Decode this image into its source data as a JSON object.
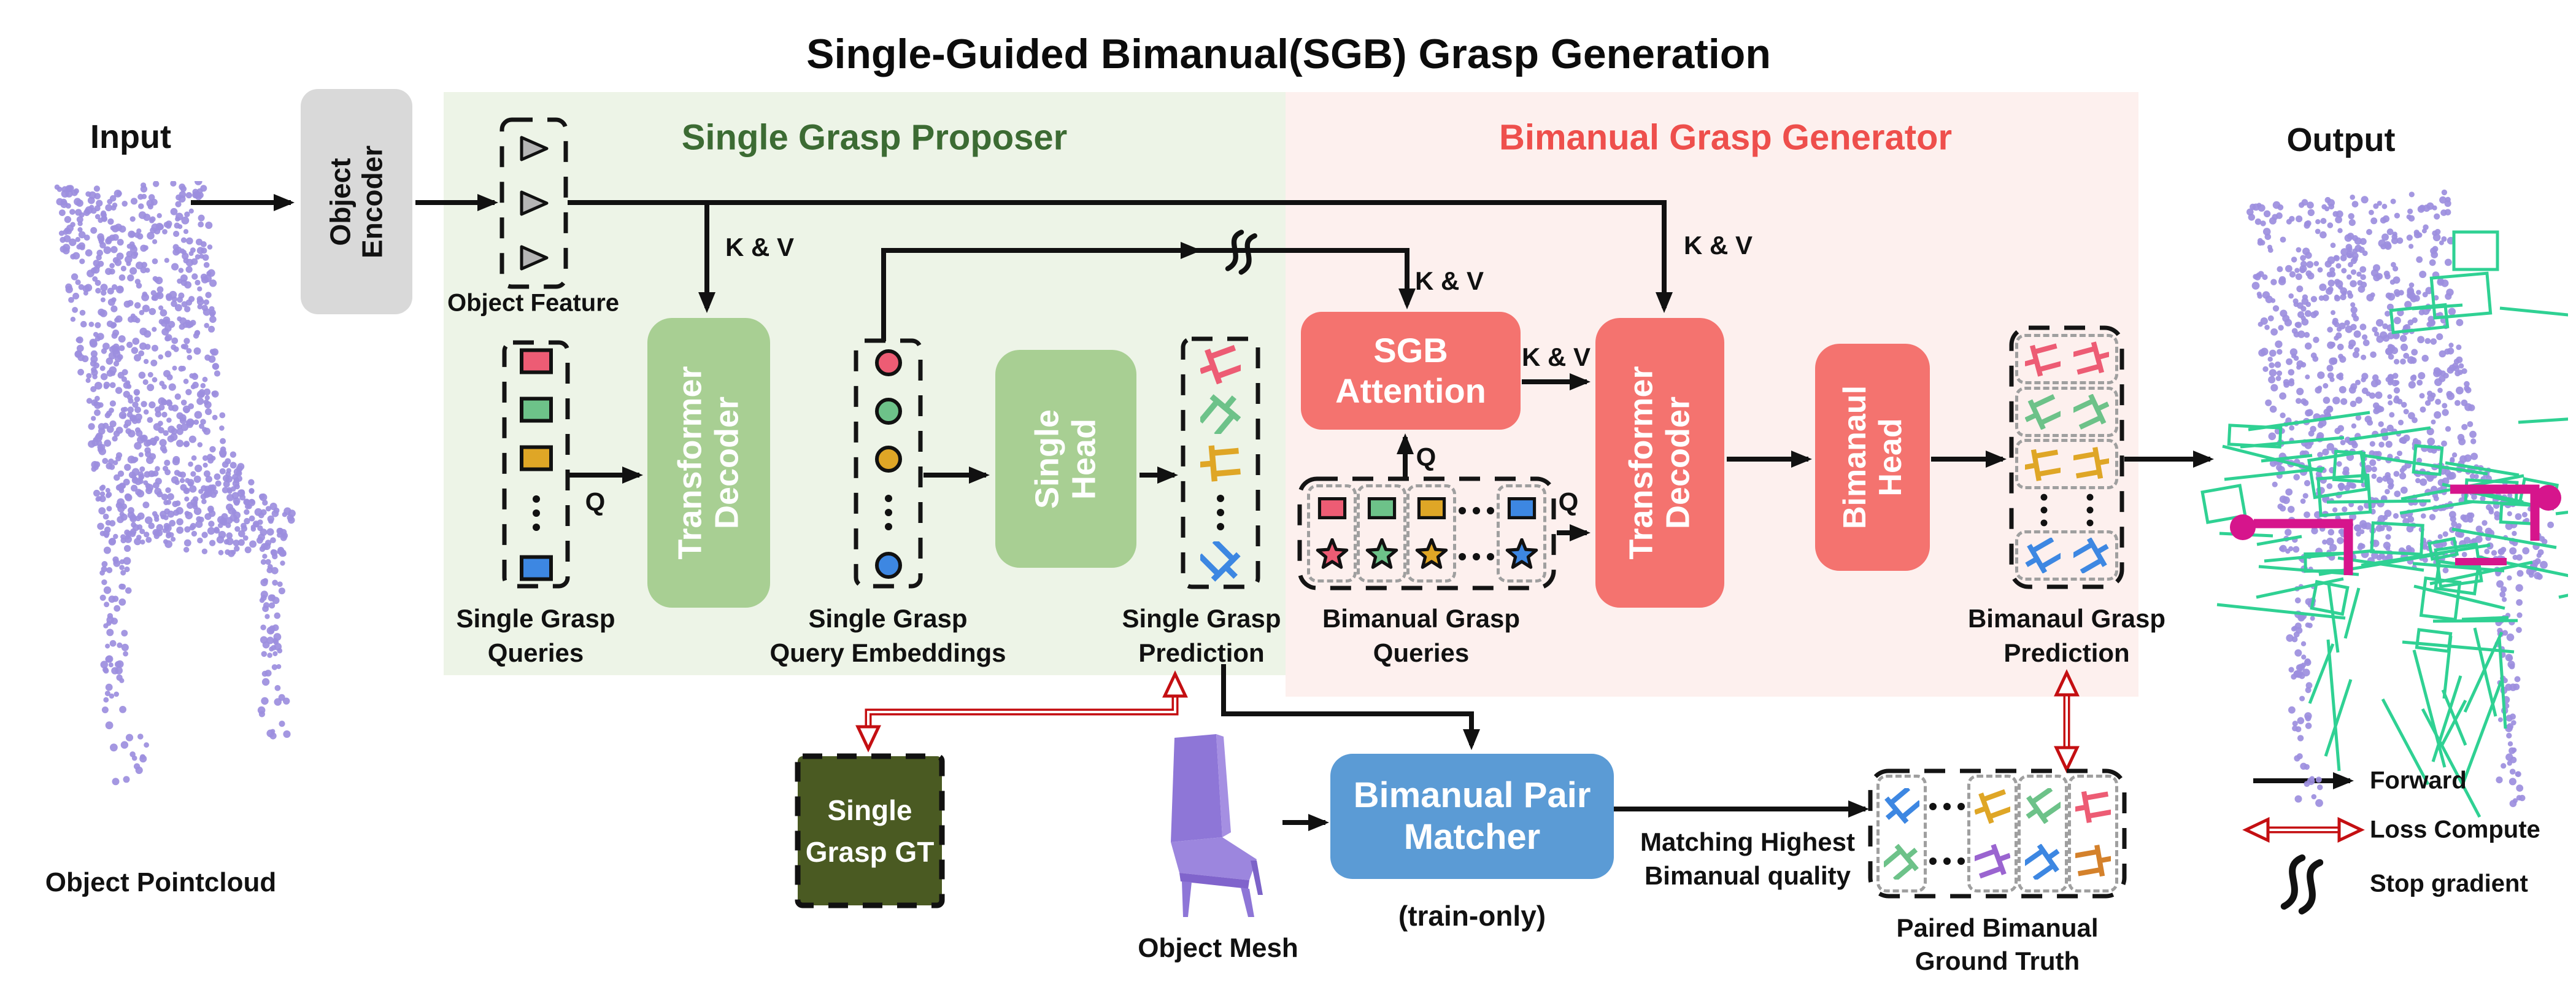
{
  "title": "Single-Guided Bimanual(SGB) Grasp Generation",
  "input": {
    "label": "Input",
    "caption": "Object Pointcloud",
    "encoder": [
      "Object",
      "Encoder"
    ],
    "feature_label": "Object Feature"
  },
  "proposer": {
    "header": "Single Grasp Proposer",
    "decoder": [
      "Transformer",
      "Decoder"
    ],
    "head": [
      "Single",
      "Head"
    ],
    "queries_label": [
      "Single Grasp",
      "Queries"
    ],
    "embeddings_label": [
      "Single Grasp",
      "Query Embeddings"
    ],
    "prediction_label": [
      "Single Grasp",
      "Prediction"
    ]
  },
  "generator": {
    "header": "Bimanual Grasp Generator",
    "attention": [
      "SGB",
      "Attention"
    ],
    "decoder": [
      "Transformer",
      "Decoder"
    ],
    "head": [
      "Bimanaul",
      "Head"
    ],
    "queries_label": [
      "Bimanual Grasp",
      "Queries"
    ],
    "prediction_label": [
      "Bimanaul Grasp",
      "Prediction"
    ]
  },
  "output": {
    "label": "Output"
  },
  "training": {
    "gt_box": [
      "Single",
      "Grasp GT"
    ],
    "mesh_caption": "Object Mesh",
    "matcher": [
      "Bimanual Pair",
      "Matcher"
    ],
    "train_only": "(train-only)",
    "matching_note": [
      "Matching Highest",
      "Bimanual quality"
    ],
    "paired_gt_label": [
      "Paired Bimanual",
      "Ground Truth"
    ]
  },
  "wires": {
    "kv": "K & V",
    "q": "Q"
  },
  "legend": {
    "forward": "Forward",
    "loss": "Loss Compute",
    "stop": "Stop gradient"
  },
  "colors": {
    "panel_green": "#edf4e7",
    "panel_pink": "#fdf0ee",
    "box_green": "#a8cf93",
    "box_red": "#f4736f",
    "box_blue": "#5b9bd5",
    "box_dark_green": "#4a5a22",
    "header_green": "#3c6b33",
    "header_red": "#ee4f4c",
    "arrow_black": "#111111",
    "arrow_red": "#c40f12",
    "pointcloud_purple": "#9c8ede",
    "mesh_purple": "#8e76d7",
    "grasp_green": "#2fd193",
    "grasp_magenta": "#d6158c",
    "palette": {
      "pink": "#ed5c74",
      "green": "#6dc289",
      "yellow": "#dfa626",
      "blue": "#3d87e2",
      "purple": "#9a64d0",
      "orange": "#d4812b",
      "gray": "#b5b5b5"
    }
  },
  "icons": {
    "object_feature": [
      "gray",
      "gray",
      "gray"
    ],
    "single_queries": [
      "pink",
      "green",
      "yellow",
      "dots",
      "blue"
    ],
    "query_embeddings": [
      "pink",
      "green",
      "yellow",
      "dots",
      "blue"
    ],
    "single_prediction": [
      "pink",
      "green",
      "yellow",
      "dots",
      "blue"
    ],
    "bimanual_queries": [
      "pink",
      "green",
      "yellow",
      "dots",
      "blue"
    ],
    "bimanual_prediction": [
      "pink",
      "green",
      "yellow",
      "dots",
      "blue"
    ],
    "paired_ground_truth": [
      [
        "blue",
        "green"
      ],
      "dots",
      [
        "yellow",
        "purple"
      ],
      [
        "green",
        "blue"
      ],
      [
        "pink",
        "orange"
      ]
    ]
  }
}
